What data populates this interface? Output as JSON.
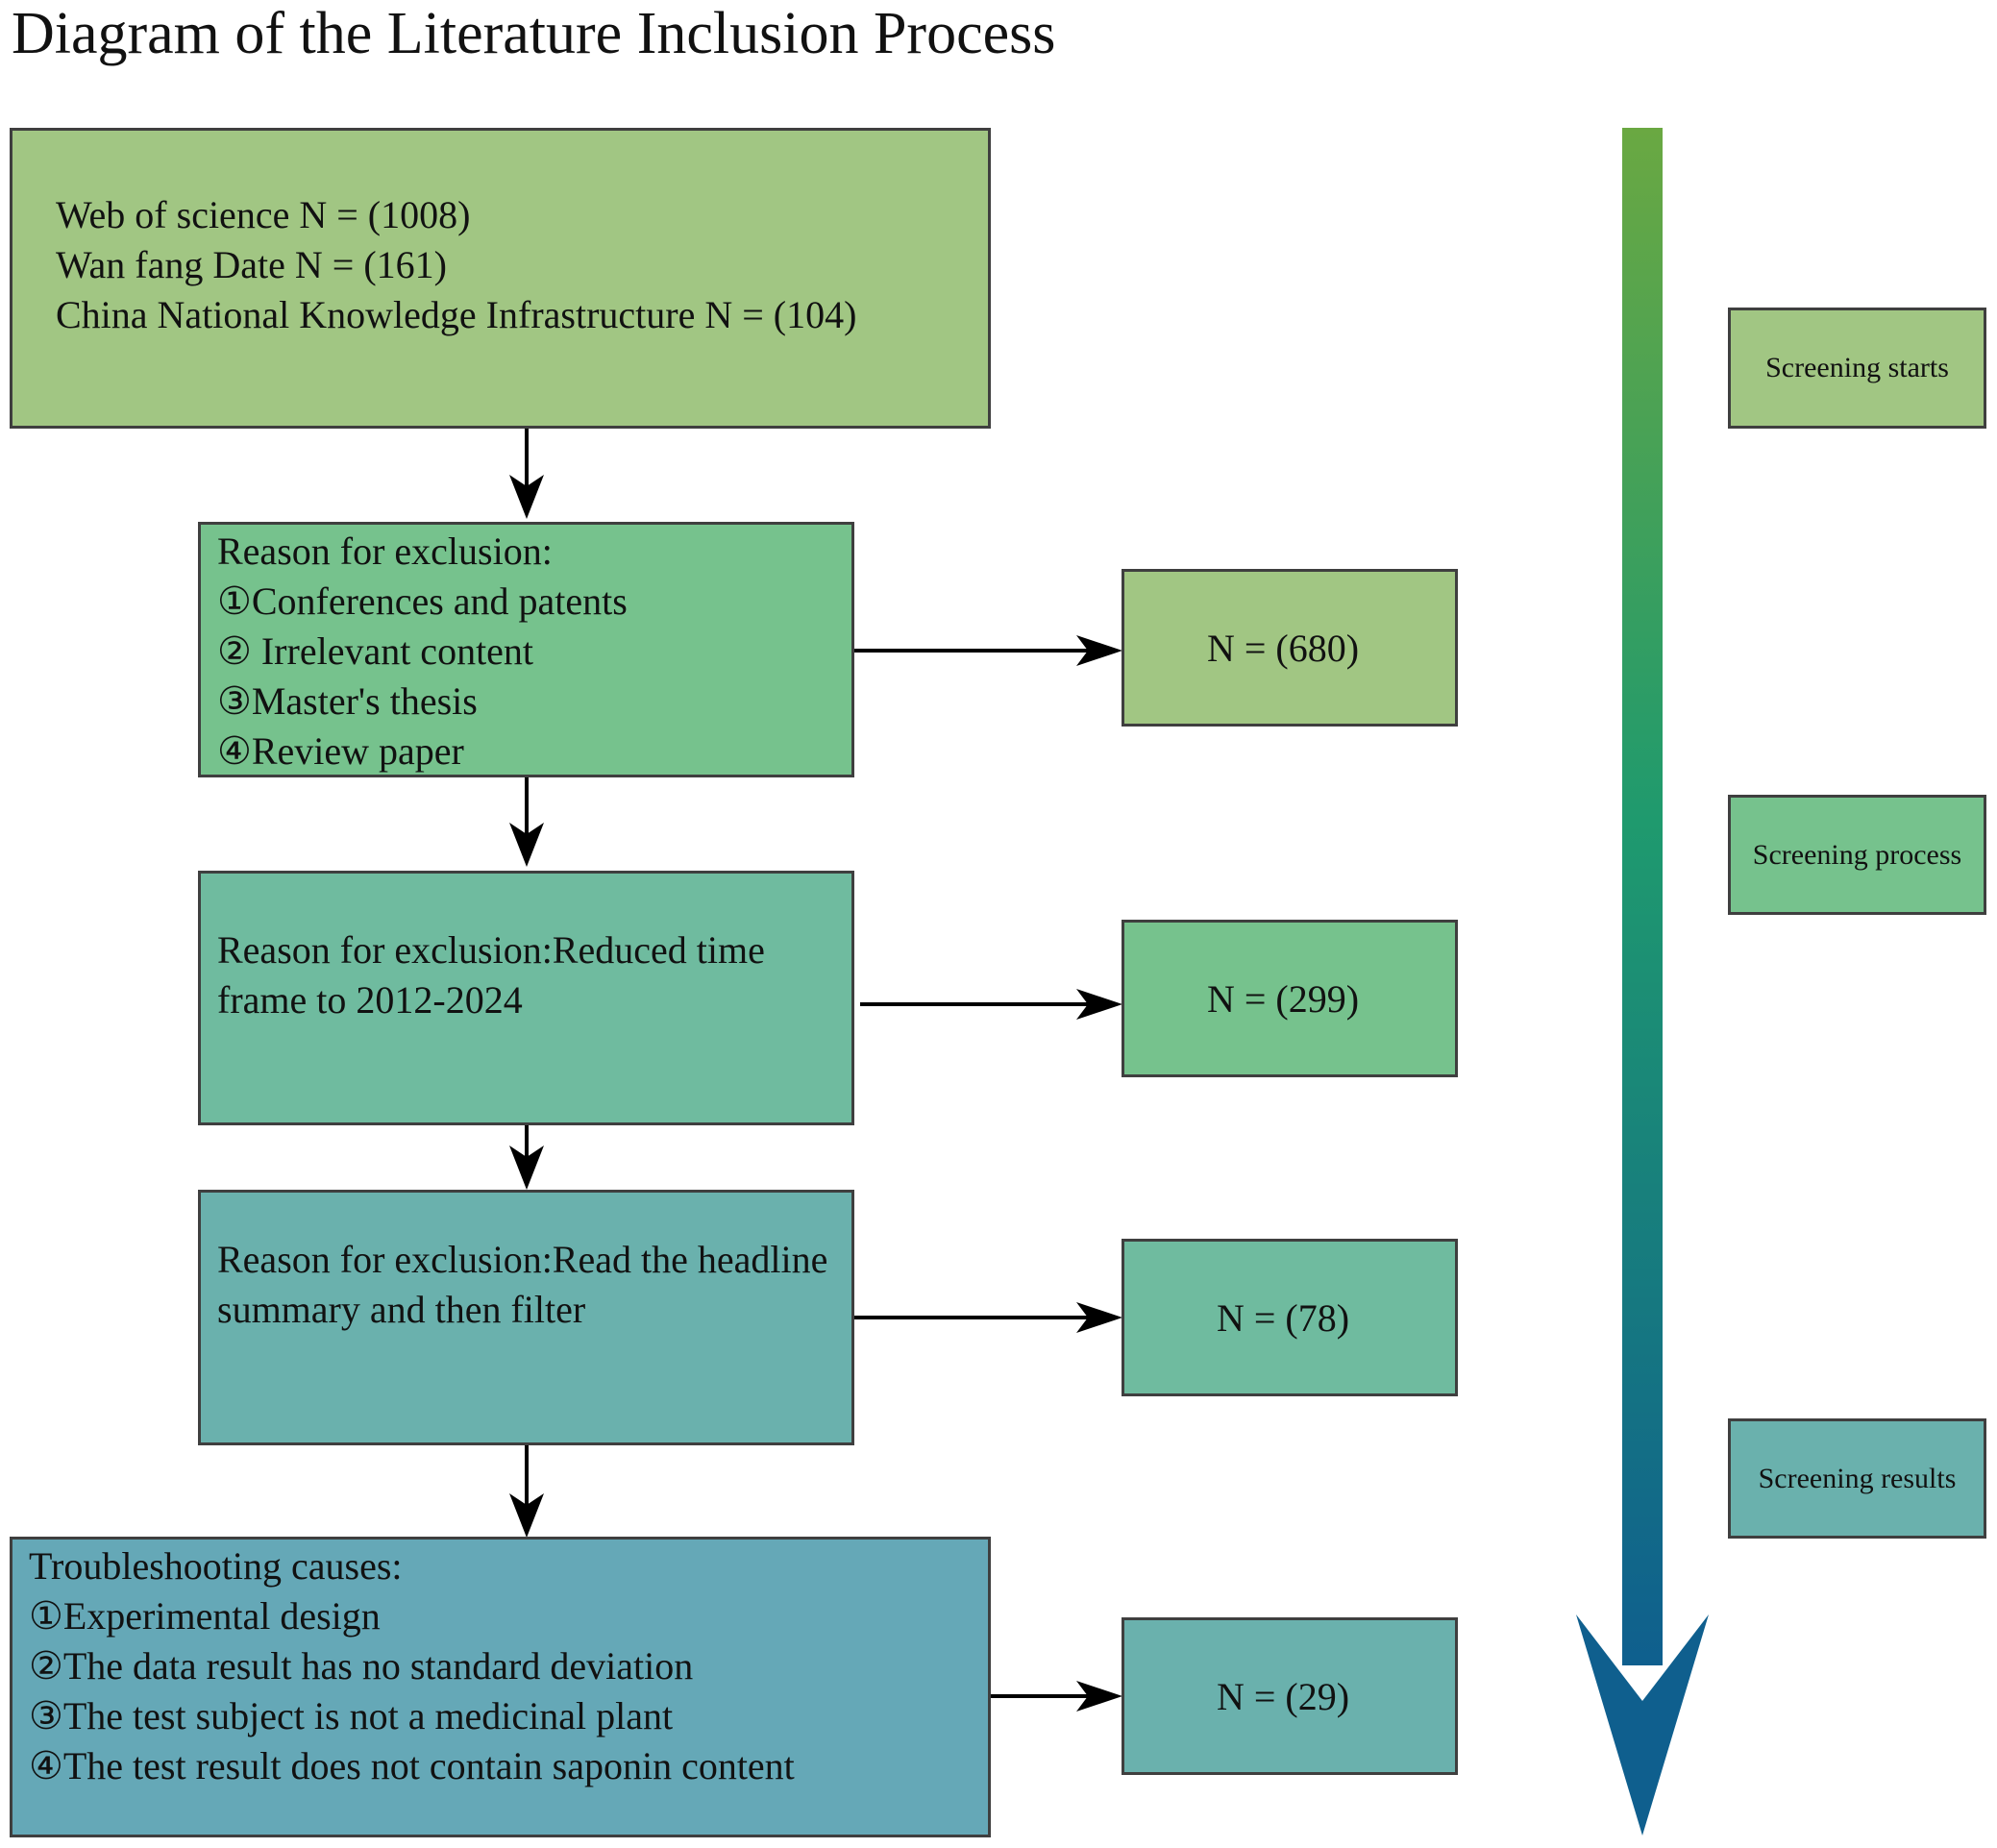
{
  "title": "Diagram of the Literature Inclusion Process",
  "colors": {
    "sources": "#a1c683",
    "step1": "#76c28d",
    "step2": "#6fbb9f",
    "step3": "#6ab1ad",
    "final": "#65a8b7",
    "count1": "#a1c683",
    "count2": "#76c28d",
    "count3": "#6fbb9f",
    "count4": "#6ab1ad",
    "stage_starts": "#a1c683",
    "stage_process": "#76c28d",
    "stage_results": "#6ab1ad",
    "arrow_top": "#6aa842",
    "arrow_mid": "#1f9a6e",
    "arrow_bottom": "#0f5f8e",
    "border": "#3f3f3f"
  },
  "sources": {
    "lines": [
      "Web of science N = (1008)",
      "Wan fang Date N = (161)",
      "China National Knowledge Infrastructure N = (104)"
    ]
  },
  "step1": {
    "heading": "Reason for exclusion:",
    "items": [
      "①Conferences and patents",
      "② Irrelevant content",
      "③Master's thesis",
      "④Review paper"
    ]
  },
  "step2": {
    "text": "Reason for exclusion:Reduced time frame to 2012-2024"
  },
  "step3": {
    "text": "Reason for exclusion:Read the headline summary and then filter"
  },
  "final": {
    "heading": "Troubleshooting causes:",
    "items": [
      "①Experimental design",
      "②The data result has no standard deviation",
      "③The test subject is not a medicinal plant",
      "④The test result does not contain saponin content"
    ]
  },
  "counts": [
    "N = (680)",
    "N = (299)",
    "N = (78)",
    "N = (29)"
  ],
  "stages": [
    "Screening starts",
    "Screening process",
    "Screening results"
  ]
}
